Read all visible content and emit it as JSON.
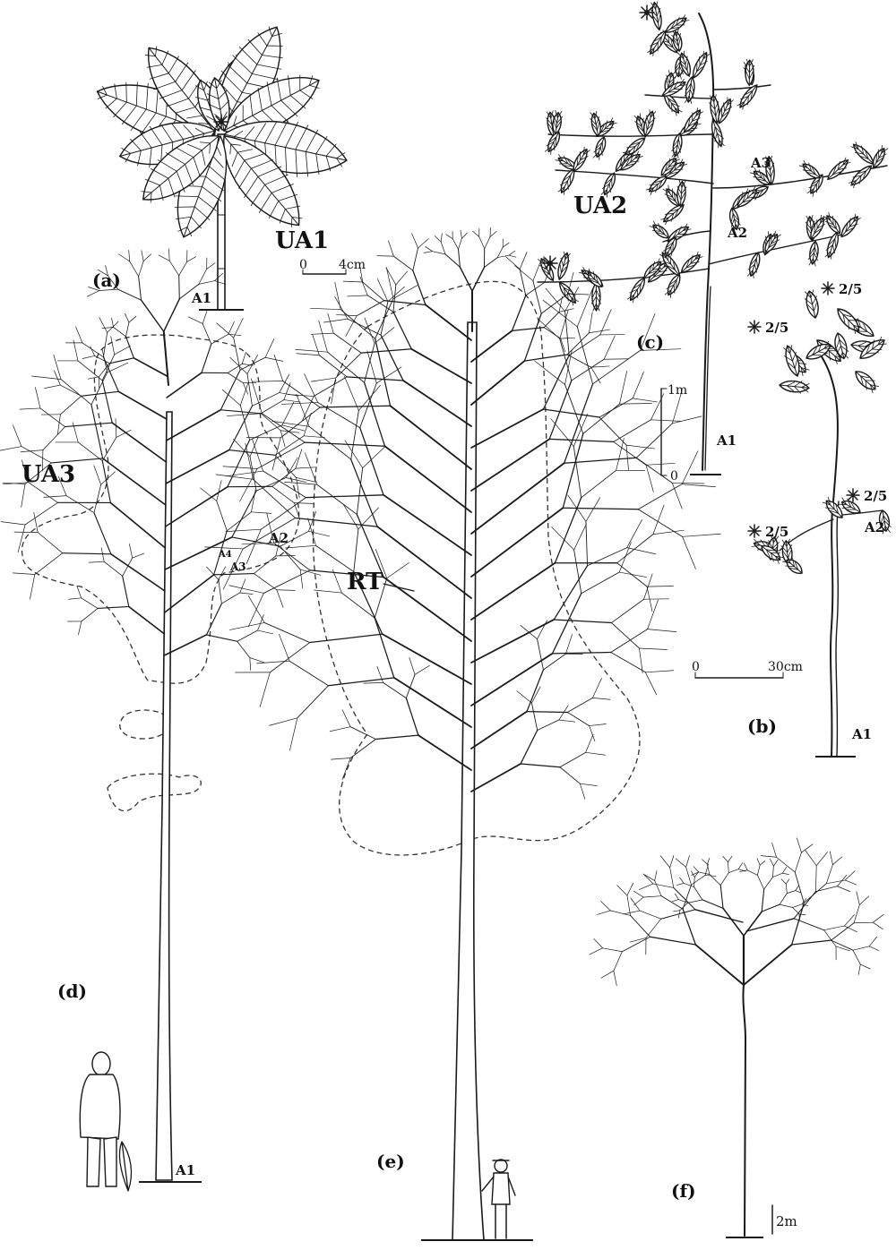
{
  "panels": {
    "a": {
      "caption": "(a)",
      "model": "UA1",
      "axis": "A1",
      "scale": {
        "zero": "0",
        "unit": "4cm"
      }
    },
    "b": {
      "caption": "(b)",
      "axis_lower": "A1",
      "axis_upper": "A2",
      "scale": {
        "zero": "0",
        "unit": "30cm"
      },
      "phyllotaxy": "2/5"
    },
    "c": {
      "caption": "(c)",
      "model": "UA2",
      "axes": {
        "a1": "A1",
        "a2": "A2",
        "a3": "A3"
      },
      "scale": {
        "top": "1m",
        "zero": "0"
      }
    },
    "d": {
      "caption": "(d)",
      "model": "UA3",
      "axes": {
        "a1": "A1",
        "a2": "A2",
        "a3": "A3",
        "a4": "A4"
      }
    },
    "e": {
      "caption": "(e)",
      "label": "RT"
    },
    "f": {
      "caption": "(f)",
      "scale": "2m"
    }
  }
}
